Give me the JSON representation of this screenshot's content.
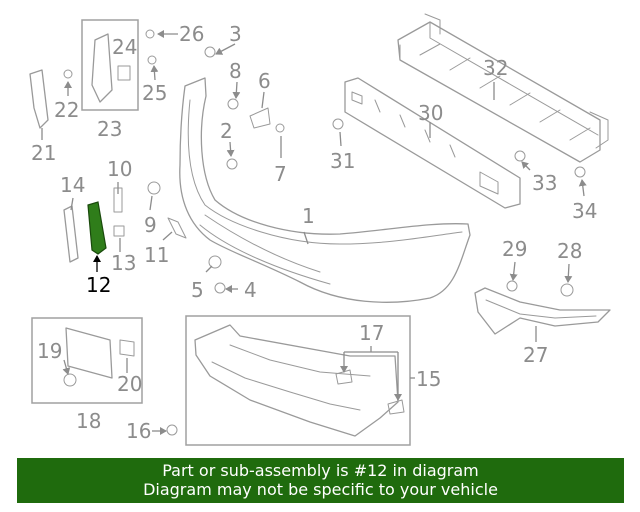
{
  "diagram": {
    "highlight_color": "#2f7d1a",
    "callouts": [
      "1",
      "2",
      "3",
      "4",
      "5",
      "6",
      "7",
      "8",
      "9",
      "10",
      "11",
      "12",
      "13",
      "14",
      "15",
      "16",
      "17",
      "18",
      "19",
      "20",
      "21",
      "22",
      "23",
      "24",
      "25",
      "26",
      "27",
      "28",
      "29",
      "30",
      "31",
      "32",
      "33",
      "34"
    ],
    "highlighted_callout": "12"
  },
  "footer": {
    "background": "#1f6b0d",
    "line1": "Part or sub-assembly is #12 in diagram",
    "line2": "Diagram may not be specific to your vehicle"
  }
}
